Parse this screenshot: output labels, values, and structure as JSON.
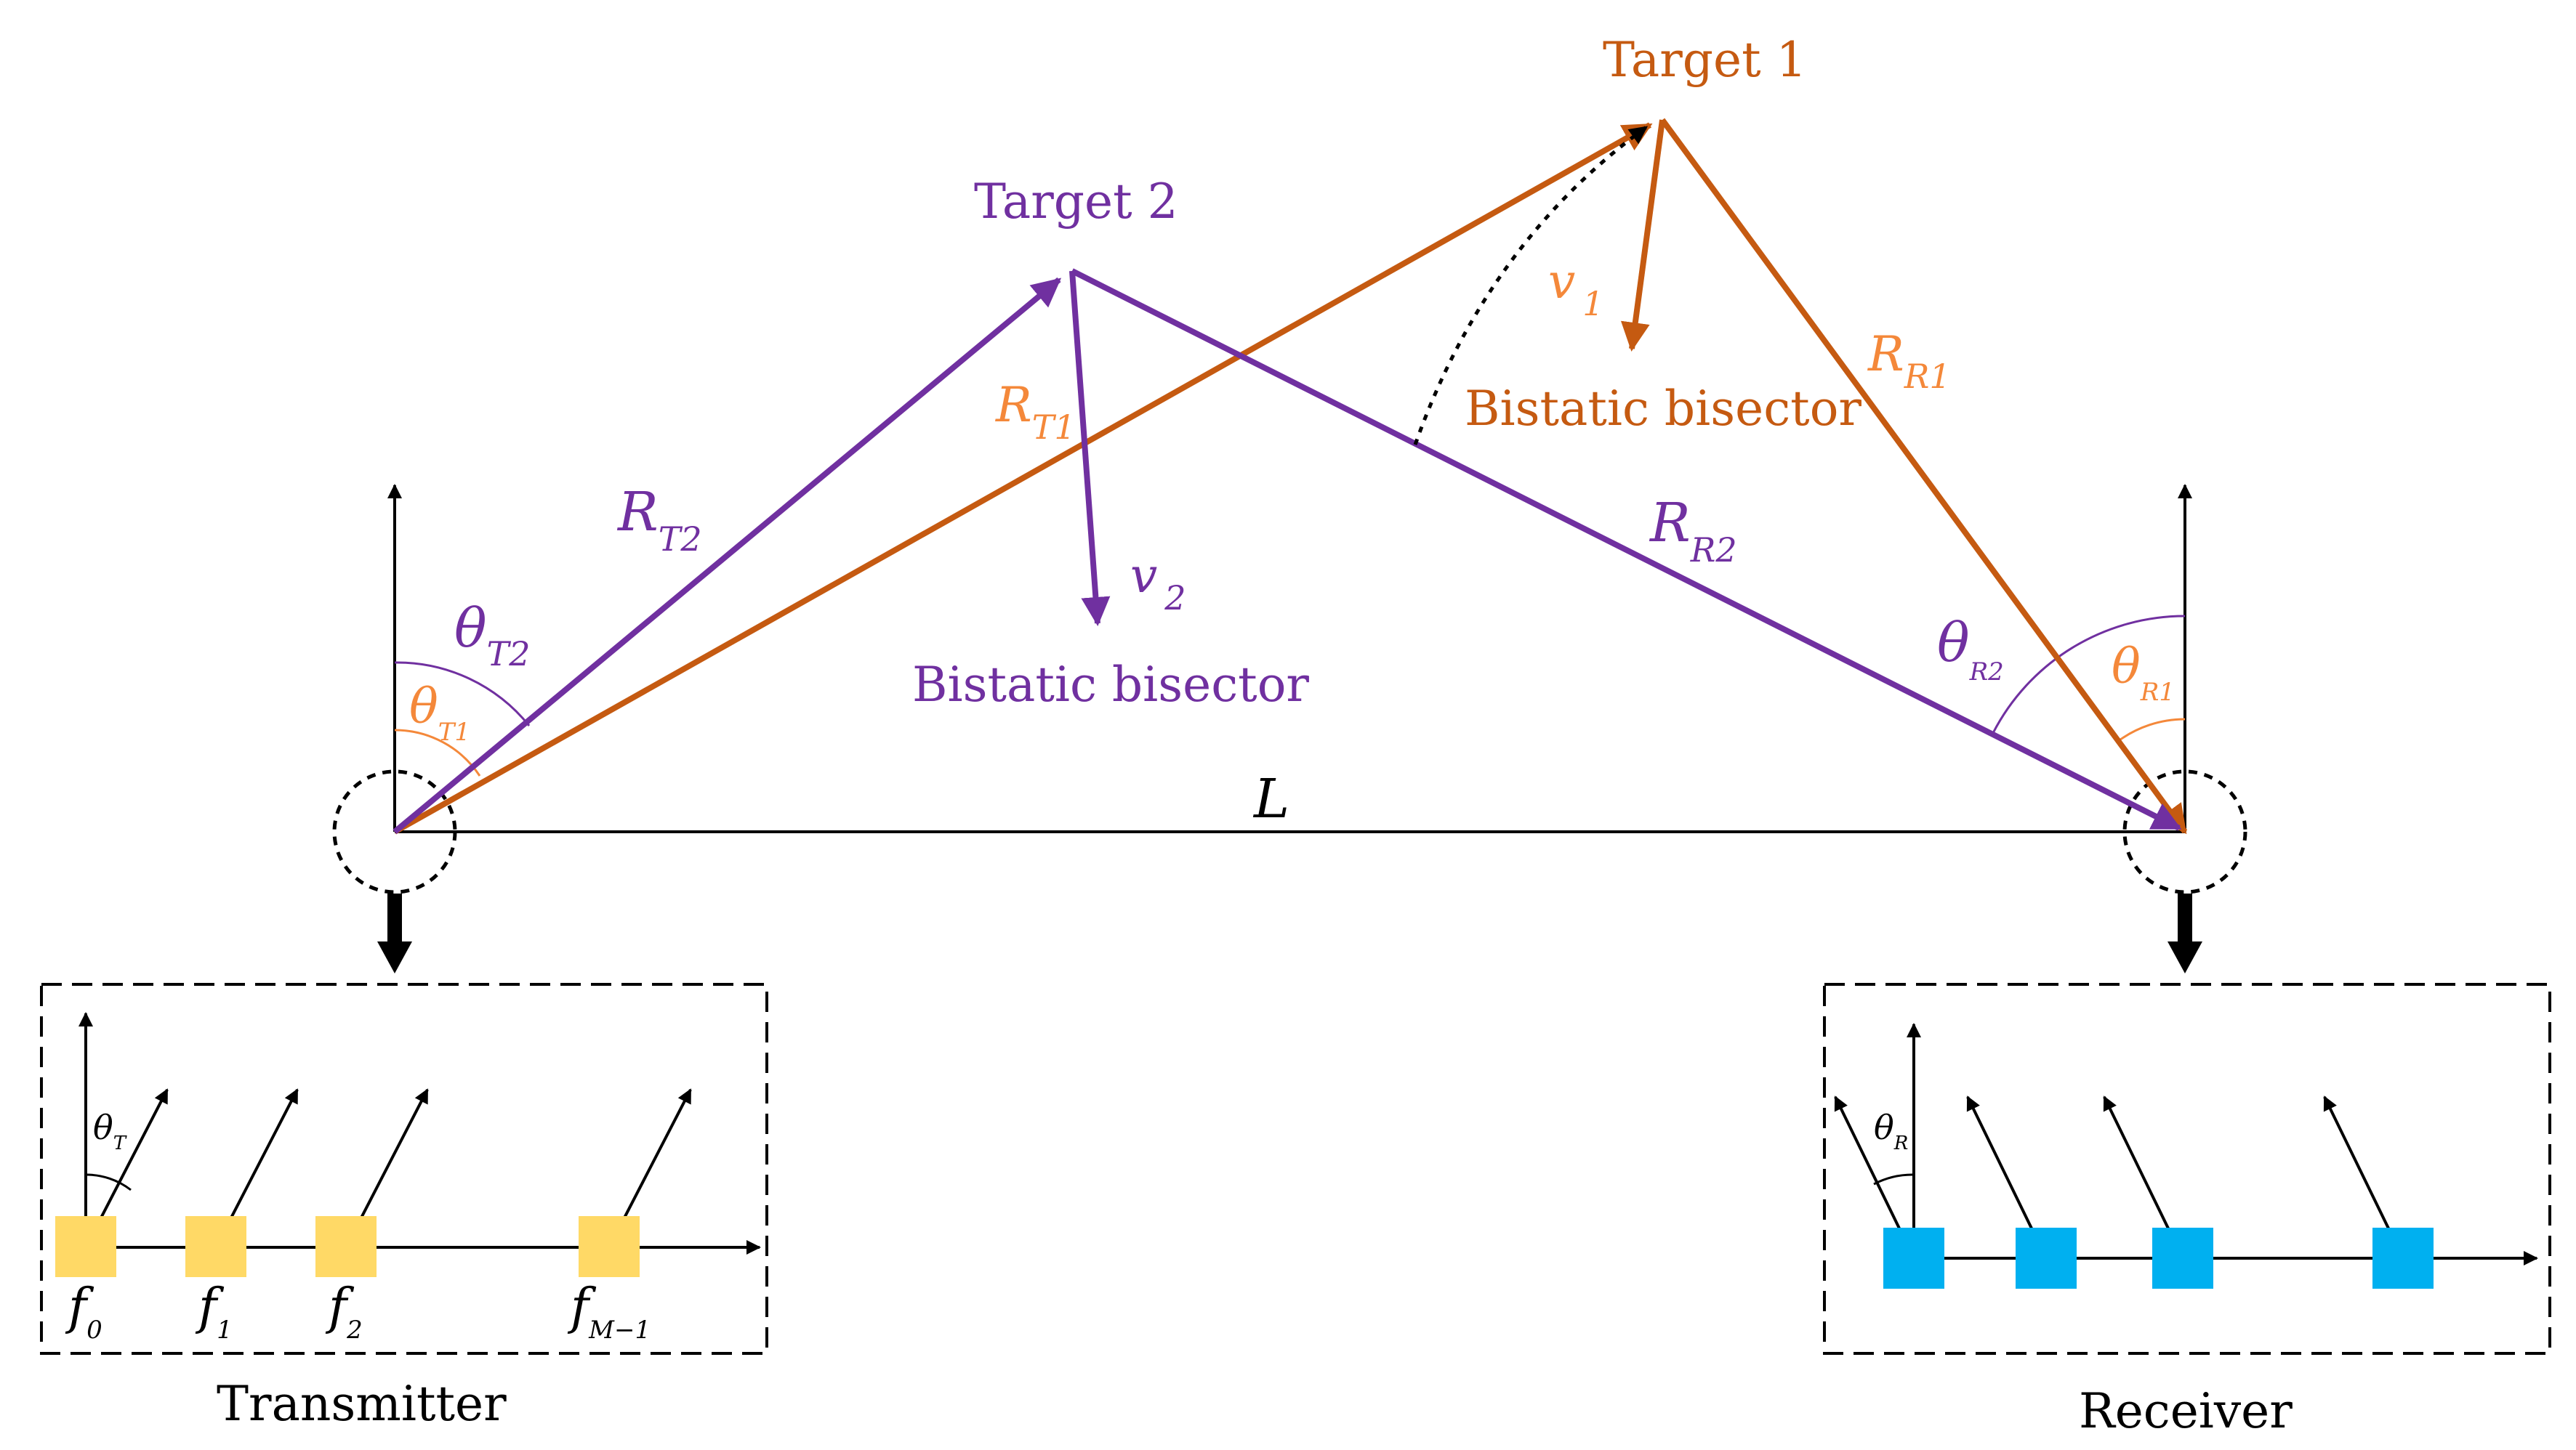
{
  "colors": {
    "target1": "#C55A11",
    "target1_label": "#F4883A",
    "target2": "#7030A0",
    "black": "#000000",
    "tx_element": "#FFD966",
    "rx_element": "#00B0F0"
  },
  "targets": {
    "target1": "Target 1",
    "target2": "Target 2"
  },
  "bisector": {
    "target1": "Bistatic bisector",
    "target2": "Bistatic bisector"
  },
  "baseline": "L",
  "ranges": {
    "RT1": {
      "main": "R",
      "sub": "T1"
    },
    "RR1": {
      "main": "R",
      "sub": "R1"
    },
    "RT2": {
      "main": "R",
      "sub": "T2"
    },
    "RR2": {
      "main": "R",
      "sub": "R2"
    }
  },
  "velocities": {
    "v1": {
      "main": "v",
      "sub": "1"
    },
    "v2": {
      "main": "v",
      "sub": "2"
    }
  },
  "angles": {
    "thetaT1": {
      "main": "θ",
      "sub": "T1"
    },
    "thetaT2": {
      "main": "θ",
      "sub": "T2"
    },
    "thetaR1": {
      "main": "θ",
      "sub": "R1"
    },
    "thetaR2": {
      "main": "θ",
      "sub": "R2"
    },
    "thetaT": {
      "main": "θ",
      "sub": "T"
    },
    "thetaR": {
      "main": "θ",
      "sub": "R"
    }
  },
  "transmitter": {
    "caption": "Transmitter",
    "freqs": [
      {
        "main": "f",
        "sub": "0"
      },
      {
        "main": "f",
        "sub": "1"
      },
      {
        "main": "f",
        "sub": "2"
      },
      {
        "main": "f",
        "sub": "M−1"
      }
    ]
  },
  "receiver": {
    "caption": "Receiver"
  }
}
